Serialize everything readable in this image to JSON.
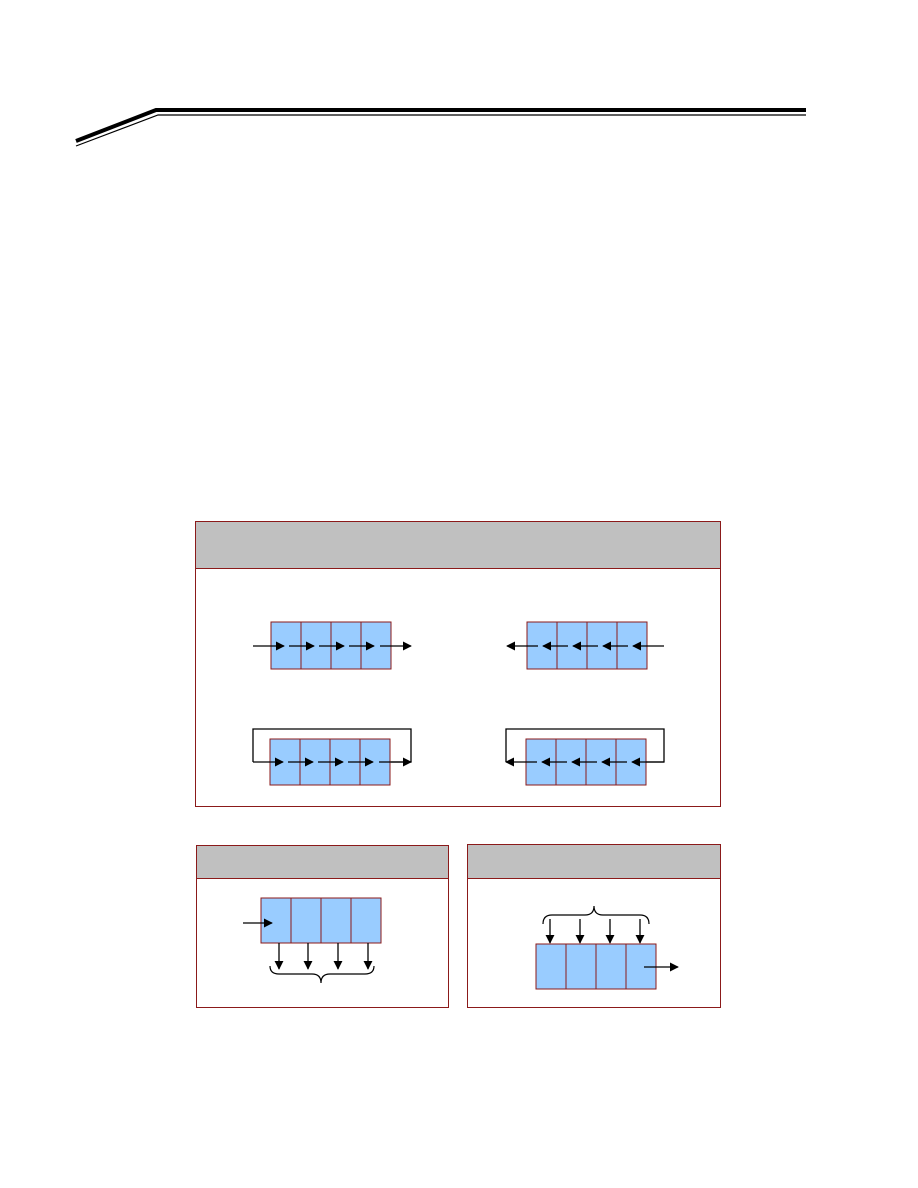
{
  "page": {
    "background": "#ffffff",
    "rule_color": "#000000"
  },
  "diagram": {
    "cell_fill": "#99ccff",
    "cell_stroke": "#8b1a1a",
    "panel_border": "#8b1a1a",
    "header_fill": "#c0c0c0",
    "arrow_color": "#000000",
    "panels": [
      {
        "id": "shift-register-modes",
        "title": "",
        "registers": [
          {
            "id": "serial-in-serial-out-right",
            "label": "",
            "cells": 4,
            "direction": "right",
            "recirculate": false
          },
          {
            "id": "serial-in-serial-out-left",
            "label": "",
            "cells": 4,
            "direction": "left",
            "recirculate": false
          },
          {
            "id": "rotate-right",
            "label": "",
            "cells": 4,
            "direction": "right",
            "recirculate": true
          },
          {
            "id": "rotate-left",
            "label": "",
            "cells": 4,
            "direction": "left",
            "recirculate": true
          }
        ]
      },
      {
        "id": "serial-in-parallel-out",
        "title": "",
        "registers": [
          {
            "id": "sipo",
            "label": "",
            "cells": 4,
            "input": "serial",
            "output": "parallel"
          }
        ]
      },
      {
        "id": "parallel-in-serial-out",
        "title": "",
        "registers": [
          {
            "id": "piso",
            "label": "",
            "cells": 4,
            "input": "parallel",
            "output": "serial"
          }
        ]
      }
    ]
  }
}
